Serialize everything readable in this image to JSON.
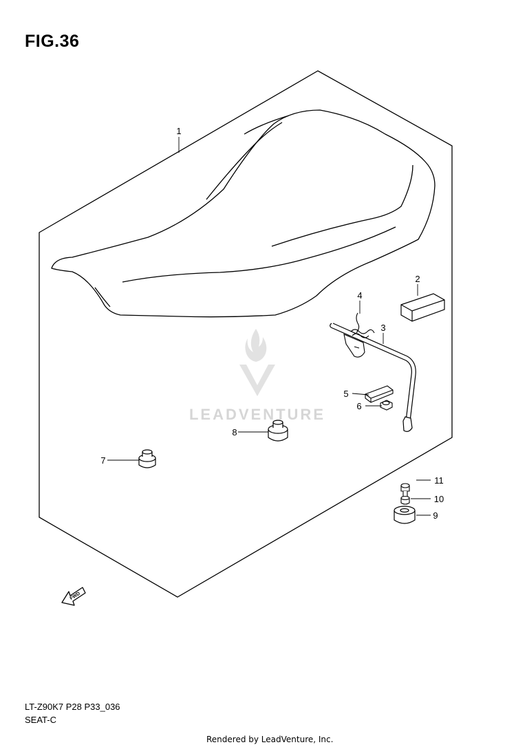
{
  "figure": {
    "title": "FIG.36",
    "model_code": "LT-Z90K7 P28 P33_036",
    "section": "SEAT-C"
  },
  "watermark": {
    "text": "LEADVENTURE",
    "color": "#d6d6d6"
  },
  "footer": {
    "credit": "Rendered by LeadVenture, Inc."
  },
  "direction_marker": {
    "label": "FWD",
    "icon": "fwd-arrow-icon"
  },
  "parts": [
    {
      "ref": "1",
      "name": "seat"
    },
    {
      "ref": "2",
      "name": "pad"
    },
    {
      "ref": "3",
      "name": "seat-lock-rod"
    },
    {
      "ref": "4",
      "name": "spring"
    },
    {
      "ref": "5",
      "name": "bracket"
    },
    {
      "ref": "6",
      "name": "nut"
    },
    {
      "ref": "7",
      "name": "cushion"
    },
    {
      "ref": "8",
      "name": "cushion"
    },
    {
      "ref": "9",
      "name": "cushion"
    },
    {
      "ref": "10",
      "name": "collar"
    },
    {
      "ref": "11",
      "name": "bolt"
    }
  ]
}
